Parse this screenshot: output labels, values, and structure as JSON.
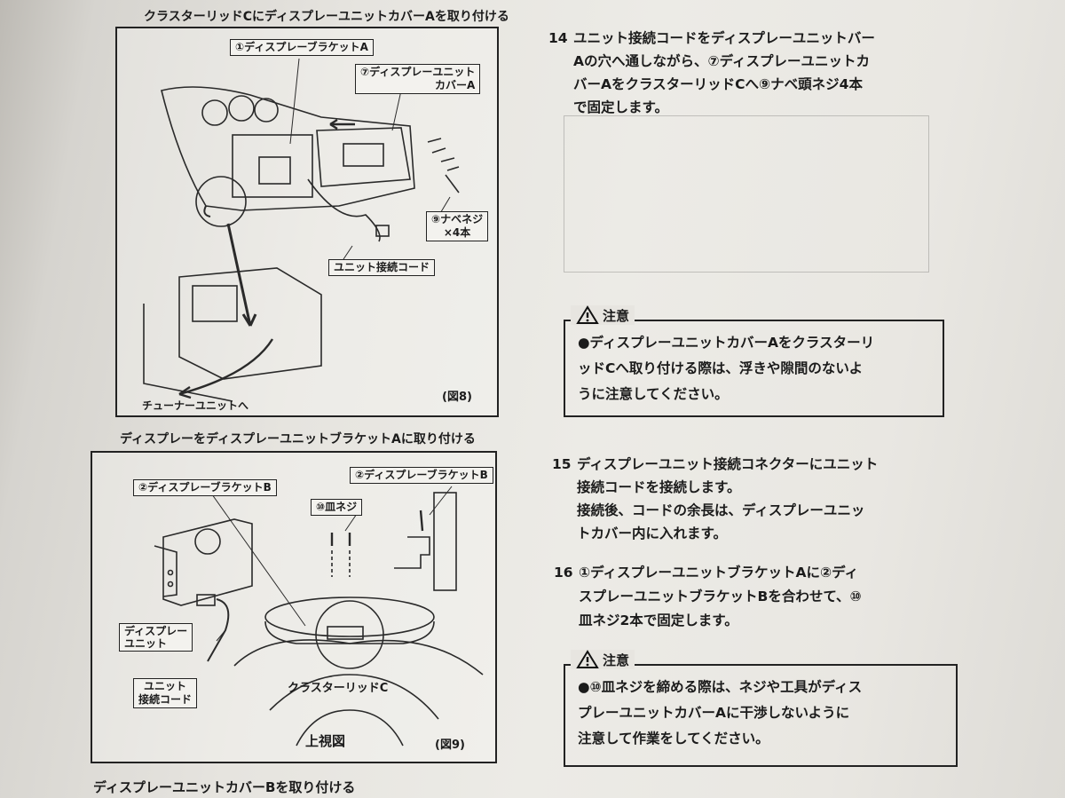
{
  "left": {
    "caption_top": "クラスターリッドCにディスプレーユニットカバーAを取り付ける",
    "fig8": {
      "label_bracket_a": "①ディスプレーブラケットA",
      "label_cover_a_line1": "⑦ディスプレーユニット",
      "label_cover_a_line2": "カバーA",
      "label_screws_line1": "⑨ナベネジ",
      "label_screws_line2": "×4本",
      "label_cord": "ユニット接続コード",
      "label_tuner": "チューナーユニットへ",
      "fig_no": "(図8)"
    },
    "caption_mid": "ディスプレーをディスプレーユニットブラケットAに取り付ける",
    "fig9": {
      "label_bracket_b_left": "②ディスプレーブラケットB",
      "label_bracket_b_right": "②ディスプレーブラケットB",
      "label_flat_screw": "⑩皿ネジ",
      "label_display_unit_line1": "ディスプレー",
      "label_display_unit_line2": "ユニット",
      "label_cord_line1": "ユニット",
      "label_cord_line2": "接続コード",
      "label_lid_c": "クラスターリッドC",
      "label_top_view": "上視図",
      "fig_no": "(図9)"
    },
    "caption_bottom": "ディスプレーユニットカバーBを取り付ける"
  },
  "right": {
    "step14": {
      "num": "14",
      "line1": "ユニット接続コードをディスプレーユニットバー",
      "line2": "Aの穴へ通しながら、⑦ディスプレーユニットカ",
      "line3": "バーAをクラスターリッドCへ⑨ナベ頭ネジ4本",
      "line4": "で固定します。"
    },
    "caution1": {
      "title": "注意",
      "line1": "●ディスプレーユニットカバーAをクラスターリ",
      "line2": "ッドCへ取り付ける際は、浮きや隙間のないよ",
      "line3": "うに注意してください。"
    },
    "step15": {
      "num": "15",
      "line1": "ディスプレーユニット接続コネクターにユニット",
      "line2": "接続コードを接続します。",
      "line3": "接続後、コードの余長は、ディスプレーユニッ",
      "line4": "トカバー内に入れます。"
    },
    "step16": {
      "num": "16",
      "line1": "①ディスプレーユニットブラケットAに②ディ",
      "line2": "スプレーユニットブラケットBを合わせて、⑩",
      "line3": "皿ネジ2本で固定します。"
    },
    "caution2": {
      "title": "注意",
      "line1": "●⑩皿ネジを締める際は、ネジや工具がディス",
      "line2": "プレーユニットカバーAに干渉しないように",
      "line3": "注意して作業をしてください。"
    }
  }
}
